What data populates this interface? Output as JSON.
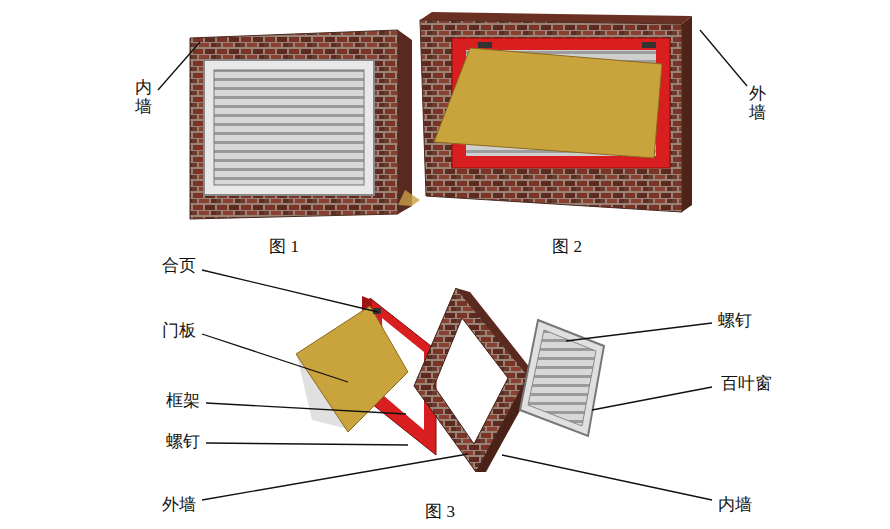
{
  "diagram": {
    "labels": [
      "内墙",
      "图 1",
      "外墙",
      "图 2",
      "合页",
      "门板",
      "框架",
      "螺钉",
      "外墙",
      "图 3",
      "螺钉",
      "百叶窗",
      "内墙"
    ]
  }
}
